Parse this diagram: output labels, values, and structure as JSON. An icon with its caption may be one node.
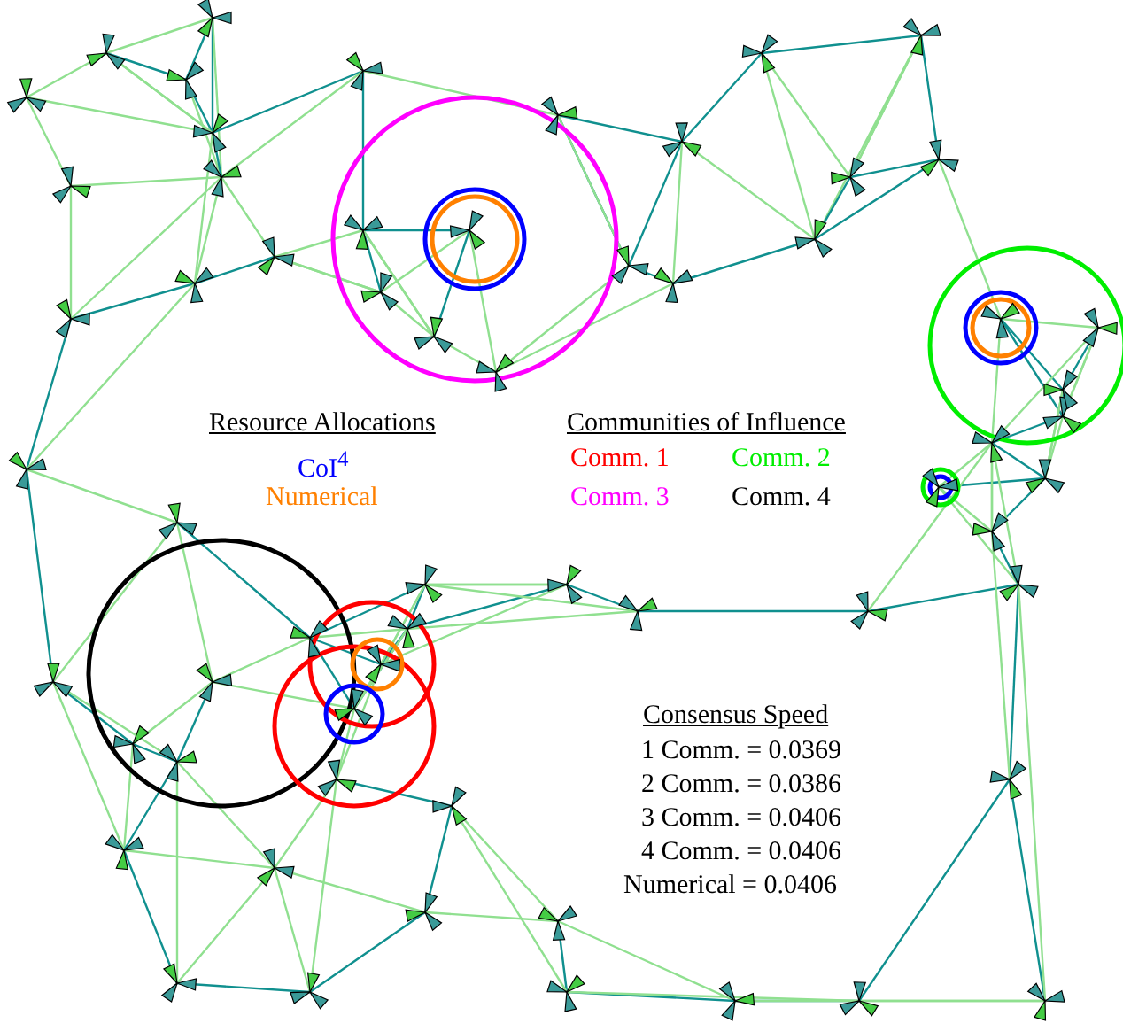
{
  "diagram": {
    "labels": [
      "Resource Allocations",
      "Communities of Influence",
      "Consensus Speed",
      "1 Comm. = 0.0369",
      "2 Comm. = 0.0386",
      "3 Comm. = 0.0406",
      "4 Comm. = 0.0406",
      "Numerical = 0.0406"
    ],
    "legend": [
      {
        "text": "CoI$^{4}$",
        "color": "#0000ff"
      },
      {
        "text": "Numerical",
        "color": "#ff8000"
      },
      {
        "text": "Comm. 1",
        "color": "#ff0000"
      },
      {
        "text": "Comm. 2",
        "color": "#00ee00"
      },
      {
        "text": "Comm. 3",
        "color": "#ff00ff"
      },
      {
        "text": "Comm. 4",
        "color": "#000000"
      }
    ]
  }
}
